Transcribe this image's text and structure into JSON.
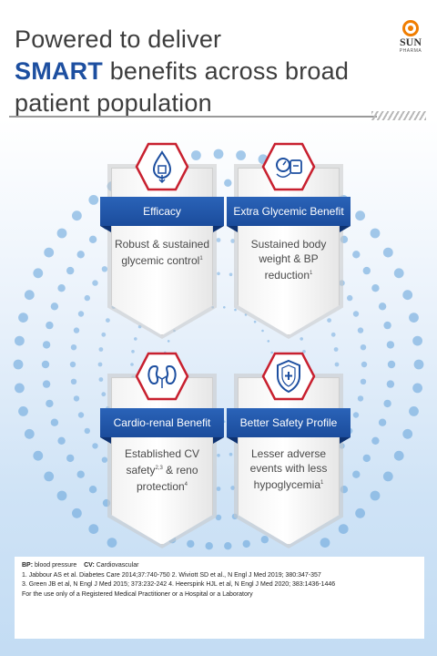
{
  "header": {
    "title_line1": "Powered to deliver",
    "title_smart": "SMART",
    "title_line2_rest": " benefits across broad",
    "title_line3": "patient population"
  },
  "logo": {
    "name": "SUN",
    "sub": "PHARMA",
    "color": "#f07d00"
  },
  "cards": [
    {
      "label": "Efficacy",
      "text": "Robust & sustained glycemic control",
      "sup": "1",
      "icon": "drop-cube-icon"
    },
    {
      "label": "Extra Glycemic Benefit",
      "text": "Sustained body weight & BP reduction",
      "sup": "1",
      "icon": "weight-bp-icon"
    },
    {
      "label": "Cardio-renal Benefit",
      "text_part1": "Established CV safety",
      "sup1": "2,3",
      "text_part2": " & reno protection",
      "sup2": "4",
      "icon": "kidney-icon"
    },
    {
      "label": "Better Safety Profile",
      "text": "Lesser adverse events with less hypoglycemia",
      "sup": "1",
      "icon": "shield-icon"
    }
  ],
  "footer": {
    "abbr_bp_key": "BP:",
    "abbr_bp_val": " blood pressure",
    "abbr_cv_key": "CV:",
    "abbr_cv_val": " Cardiovascular",
    "ref1": "1. Jabbour AS et al. Diabetes Care 2014;37:740-750   2. Wiviott SD et al., N Engl J Med 2019; 380:347-357",
    "ref2": "3. Green JB et al, N Engl J Med 2015; 373:232-242   4. Heerspink HJL et al, N Engl J Med 2020; 383:1436-1446",
    "note": "For the use only of a Registered Medical Practitioner or a Hospital or a Laboratory"
  },
  "colors": {
    "brand_blue": "#1d4fa0",
    "label_blue": "#2a63b8",
    "hex_red": "#c8202f",
    "dot_blue": "#6aa6dc"
  }
}
